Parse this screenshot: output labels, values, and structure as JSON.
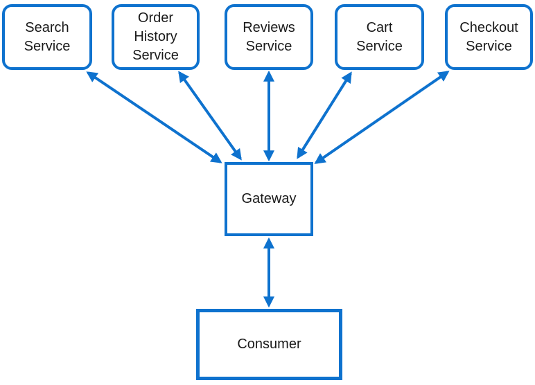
{
  "diagram": {
    "type": "architecture-diagram",
    "background_color": "#ffffff",
    "accent_color": "#0e72ce",
    "text_color": "#1a1a1a",
    "nodes": [
      {
        "id": "search-service",
        "label": "Search\nService",
        "shape": "rounded-rectangle"
      },
      {
        "id": "order-history-service",
        "label": "Order\nHistory\nService",
        "shape": "rounded-rectangle"
      },
      {
        "id": "reviews-service",
        "label": "Reviews\nService",
        "shape": "rounded-rectangle"
      },
      {
        "id": "cart-service",
        "label": "Cart\nService",
        "shape": "rounded-rectangle"
      },
      {
        "id": "checkout-service",
        "label": "Checkout\nService",
        "shape": "rounded-rectangle"
      },
      {
        "id": "gateway",
        "label": "Gateway",
        "shape": "rectangle"
      },
      {
        "id": "consumer",
        "label": "Consumer",
        "shape": "rectangle"
      }
    ],
    "edges": [
      {
        "from": "search-service",
        "to": "gateway",
        "style": "bidirectional-arrow"
      },
      {
        "from": "order-history-service",
        "to": "gateway",
        "style": "bidirectional-arrow"
      },
      {
        "from": "reviews-service",
        "to": "gateway",
        "style": "bidirectional-arrow"
      },
      {
        "from": "cart-service",
        "to": "gateway",
        "style": "bidirectional-arrow"
      },
      {
        "from": "checkout-service",
        "to": "gateway",
        "style": "bidirectional-arrow"
      },
      {
        "from": "gateway",
        "to": "consumer",
        "style": "bidirectional-arrow"
      }
    ]
  }
}
